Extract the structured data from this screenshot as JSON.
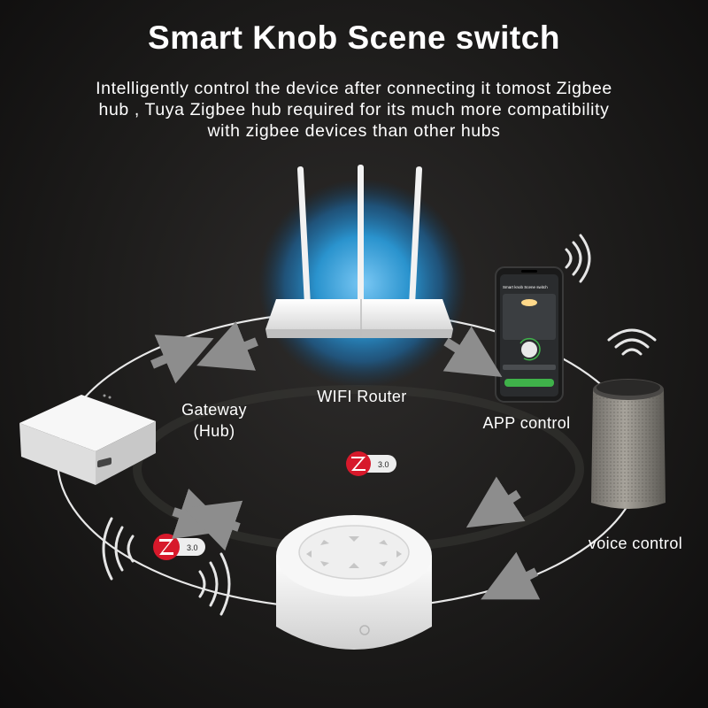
{
  "header": {
    "title": "Smart Knob Scene switch",
    "subtitle_lines": [
      "Intelligently control the device after connecting it tomost Zigbee",
      "hub , Tuya Zigbee hub required for its much more compatibility",
      "with zigbee devices than other hubs"
    ]
  },
  "labels": {
    "router": "WIFI Router",
    "gateway_line1": "Gateway",
    "gateway_line2": "(Hub)",
    "app": "APP control",
    "voice": "voice control"
  },
  "badges": {
    "zigbee_version": "3.0"
  },
  "phone_screen": {
    "title": "Smart knob Scene switch"
  },
  "icons": [
    "router-icon",
    "gateway-hub-icon",
    "smartphone-icon",
    "smart-speaker-icon",
    "knob-switch-icon",
    "zigbee-logo-icon",
    "wifi-wave-icon",
    "arrow-icon"
  ],
  "colors": {
    "router_glow": "#2a9fe0",
    "zigbee_red": "#d7192b",
    "app_green": "#3fb24a",
    "background": "#1c1b1a"
  }
}
